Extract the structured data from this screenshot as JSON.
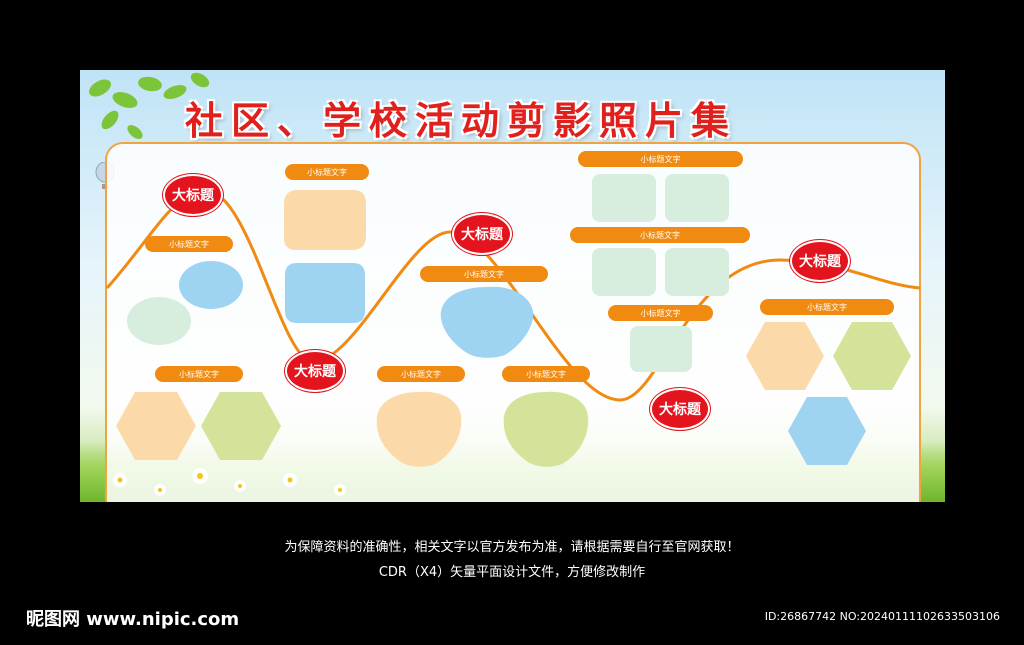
{
  "board": {
    "title": "社区、学校活动剪影照片集",
    "big_title": "大标题",
    "sub_title": "小标题文字"
  },
  "footer": {
    "line1": "为保障资料的准确性，相关文字以官方发布为准，请根据需要自行至官网获取！",
    "line2": "CDR（X4）矢量平面设计文件，方便修改制作",
    "logo": "昵图网 www.nipic.com",
    "id_text": "ID:26867742 NO:20240111102633503106"
  },
  "colors": {
    "orange": "#f08a10",
    "red": "#e3141d",
    "peach": "#fcd9a8",
    "sky": "#9fd3f2",
    "lime": "#d3e49a",
    "mint": "#d7eddd"
  }
}
